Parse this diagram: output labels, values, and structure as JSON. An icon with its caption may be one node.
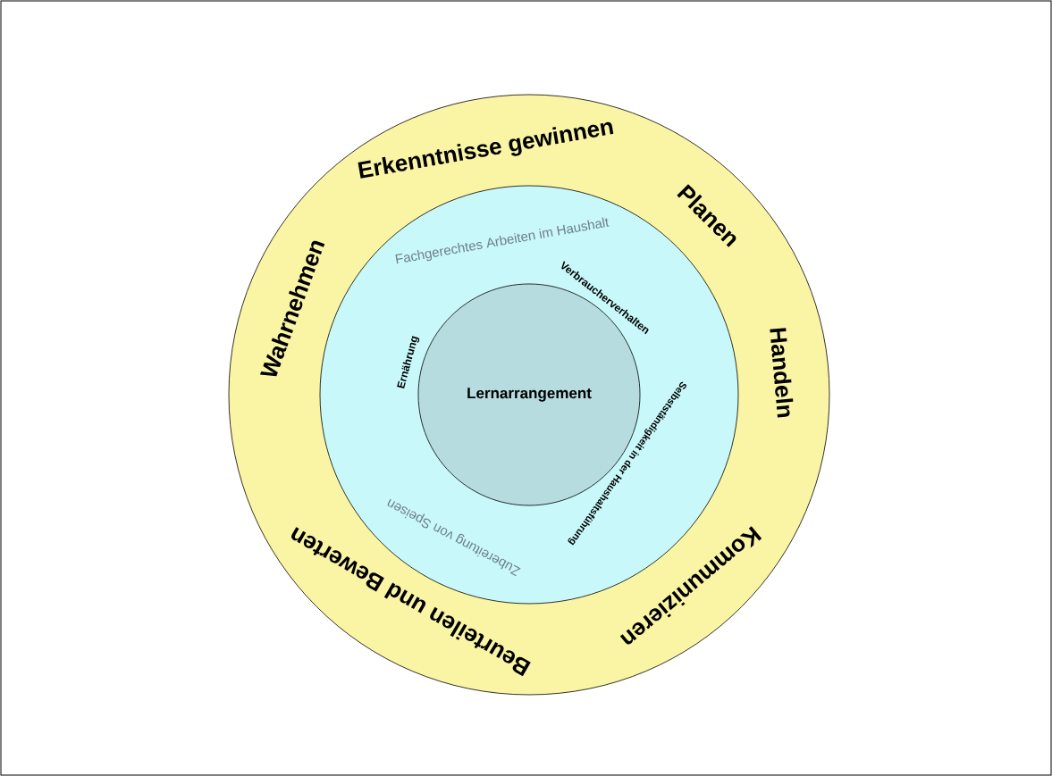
{
  "diagram": {
    "nodes": [
      {
        "text": [
          "Erkenntnisse gewinnen",
          "Planen",
          "Handeln",
          "Kommunizieren",
          "Beurteilen und Bewerten",
          "Wahrnehmen"
        ]
      },
      {
        "text": [
          "Fachgerechtes Arbeiten im Haushalt",
          "Verbraucherverhalten",
          "Selbstständigkeit in der Haushaltsführung",
          "Zubereitung von Speisen",
          "Ernährung"
        ],
        "in": 0
      },
      {
        "text": [
          "Lernarrangement"
        ],
        "in": 1
      }
    ]
  }
}
